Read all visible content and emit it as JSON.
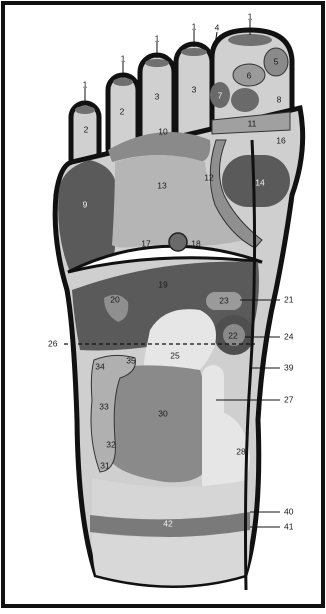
{
  "zones": {
    "z1a": "1",
    "z1b": "1",
    "z1c": "1",
    "z1d": "1",
    "z1e": "1",
    "z2a": "2",
    "z2b": "2",
    "z3a": "3",
    "z3b": "3",
    "z4": "4",
    "z5": "5",
    "z6": "6",
    "z7": "7",
    "z8": "8",
    "z9": "9",
    "z10": "10",
    "z11": "11",
    "z12": "12",
    "z13": "13",
    "z14": "14",
    "z16": "16",
    "z17": "17",
    "z18": "18",
    "z19": "19",
    "z20": "20",
    "z21": "21",
    "z22": "22",
    "z23": "23",
    "z24": "24",
    "z25": "25",
    "z26": "26",
    "z27": "27",
    "z28": "28",
    "z30": "30",
    "z31": "31",
    "z32": "32",
    "z33": "33",
    "z34": "34",
    "z35": "35",
    "z39": "39",
    "z40": "40",
    "z41": "41",
    "z42": "42"
  },
  "palette": {
    "outline": "#111111",
    "dark": "#5a5a5a",
    "mid": "#8f8f8f",
    "light": "#c9c9c9",
    "pale": "#e6e6e6",
    "background": "#ffffff"
  }
}
